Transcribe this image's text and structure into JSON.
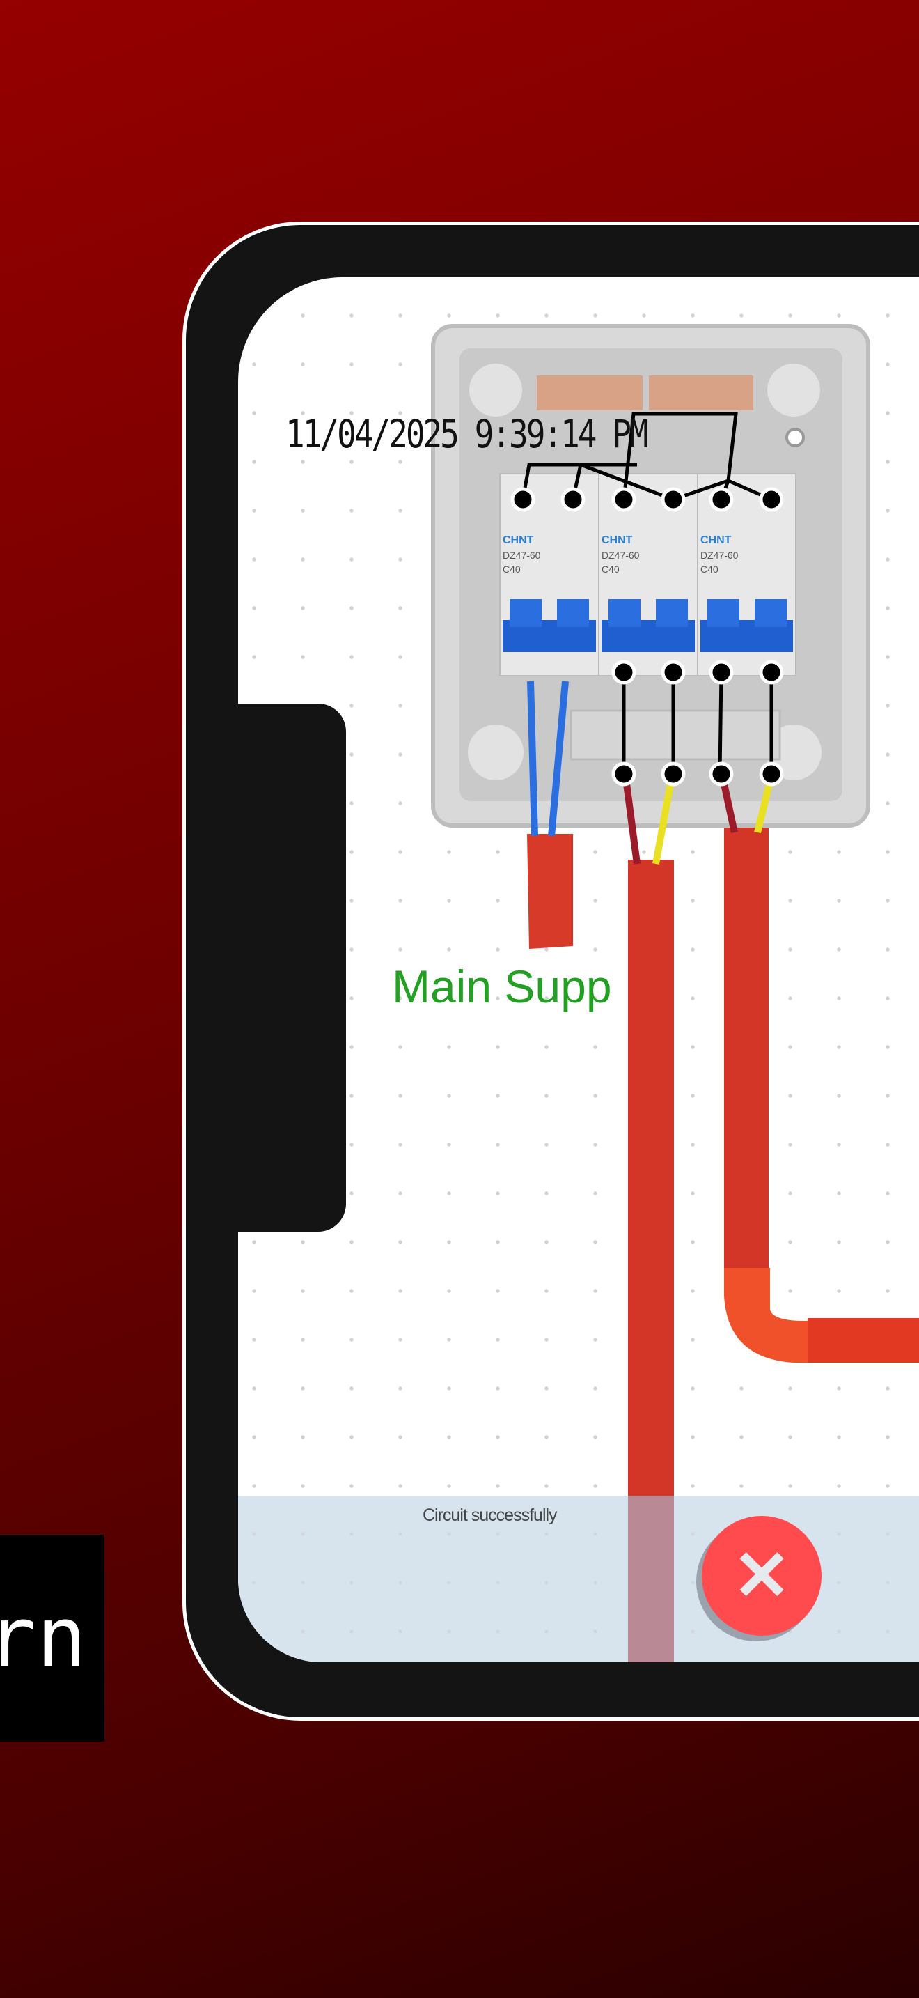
{
  "canvas": {
    "timestamp": "11/04/2025 9:39:14 PM",
    "supply_label": "Main Supp",
    "status_message": "Circuit successfully",
    "close_icon": "close-icon",
    "accent_color": "#ff4b4e"
  },
  "side_panel": {
    "text": "rn"
  },
  "breakers": [
    {
      "brand": "CHNT",
      "model": "DZ47-60",
      "rating": "C40"
    },
    {
      "brand": "CHNT",
      "model": "DZ47-60",
      "rating": "C40"
    },
    {
      "brand": "CHNT",
      "model": "DZ47-60",
      "rating": "C40"
    }
  ]
}
